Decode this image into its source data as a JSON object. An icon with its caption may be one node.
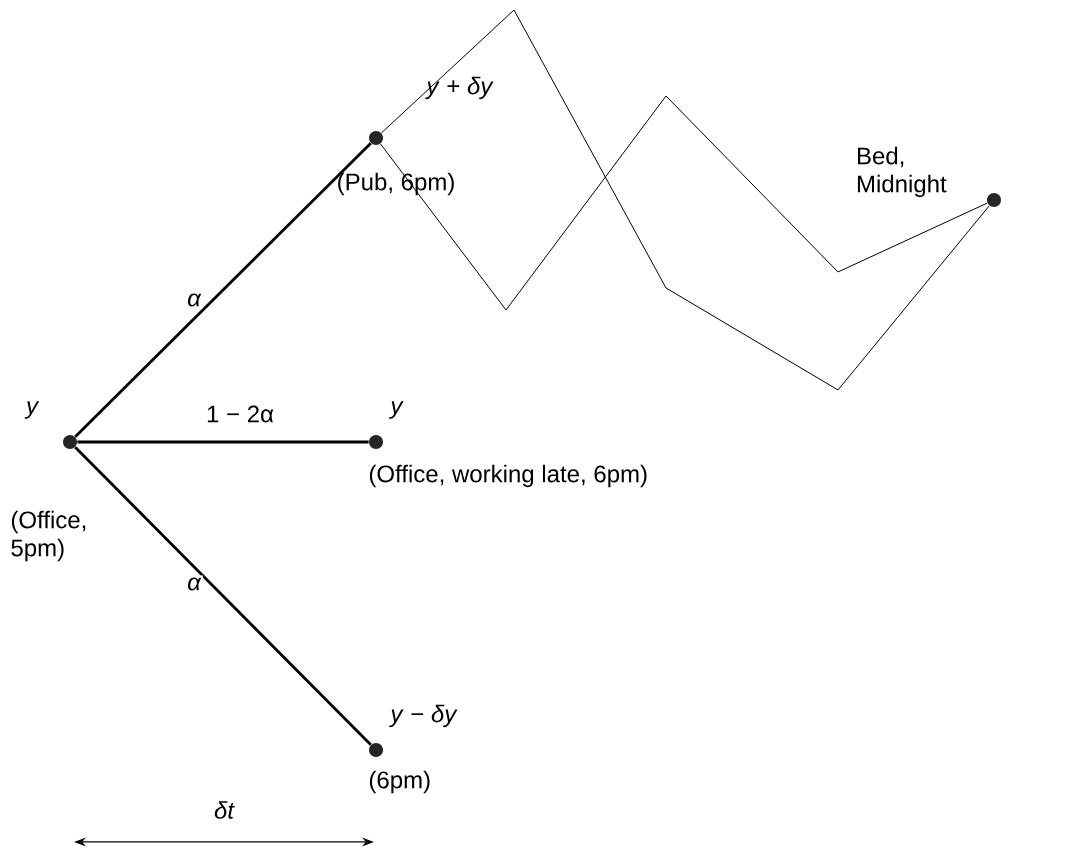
{
  "diagram": {
    "nodes": [
      {
        "text": [],
        "shape": "circle",
        "beside": [
          "y",
          "(Office, 5pm)"
        ]
      },
      {
        "text": [],
        "shape": "circle",
        "beside": [
          "*y* + *δy*",
          "(Pub, 6pm)"
        ]
      },
      {
        "text": [],
        "shape": "circle",
        "beside": [
          "y",
          "(Office, working late, 6pm)"
        ]
      },
      {
        "text": [],
        "shape": "circle",
        "beside": [
          "*y* − *δy*",
          "(6pm)"
        ]
      },
      {
        "text": [],
        "shape": "circle",
        "beside": [
          "Bed, Midnight"
        ]
      }
    ],
    "edges": [
      {
        "from": 0,
        "to": 1,
        "arrow": "none",
        "label": "α"
      },
      {
        "from": 0,
        "to": 2,
        "arrow": "none",
        "label": "1 − 2α"
      },
      {
        "from": 0,
        "to": 3,
        "arrow": "none",
        "label": "α"
      },
      {
        "from": 1,
        "to": 4,
        "arrow": "none"
      },
      {
        "from": 1,
        "to": 4,
        "arrow": "none"
      }
    ],
    "labels": [
      "δt"
    ]
  }
}
